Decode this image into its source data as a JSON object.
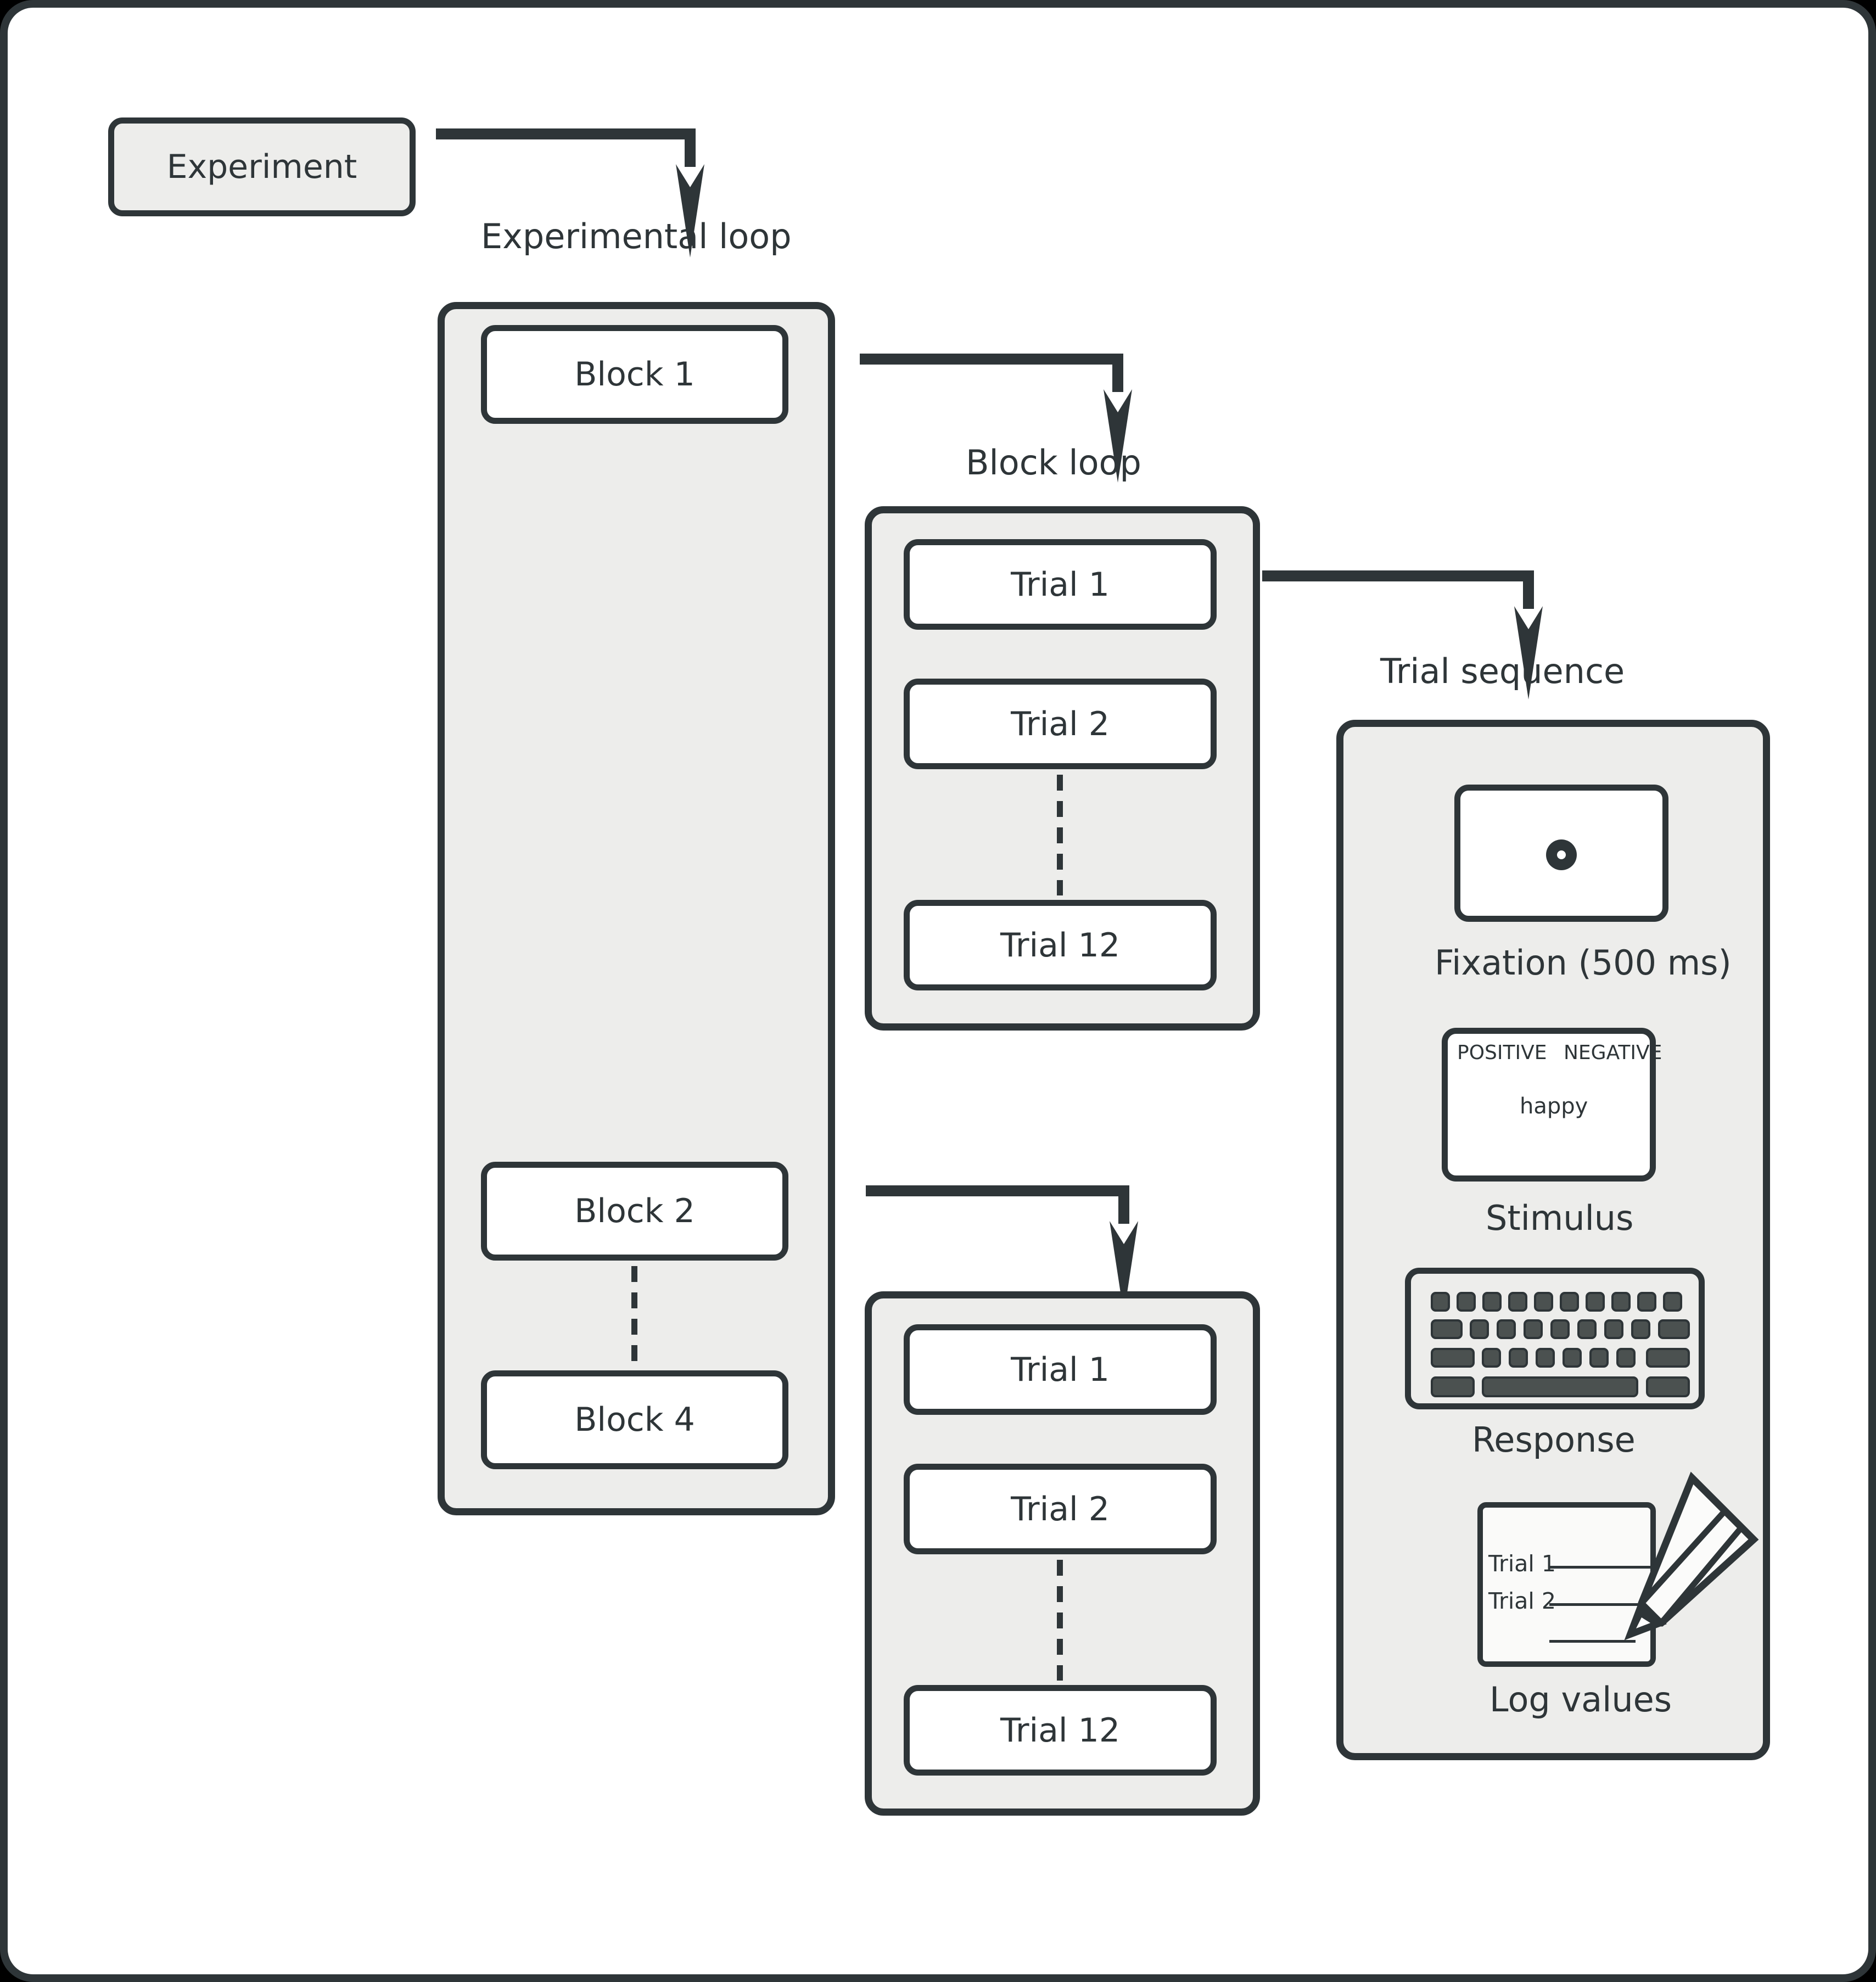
{
  "diagram": {
    "title": "Experiment flow diagram",
    "colors": {
      "stroke": "#2e3538",
      "panel_fill": "#ededeb",
      "card_fill": "#ffffff",
      "key_fill": "#4b5150",
      "note_fill": "#fafaf9",
      "background": "#ffffff"
    }
  },
  "root_node": {
    "label": "Experiment"
  },
  "arrows": [
    {
      "name": "experiment-to-experimental-loop",
      "label": "Experimental loop"
    },
    {
      "name": "block1-to-block-loop",
      "label": "Block loop"
    },
    {
      "name": "trial1-to-trial-sequence",
      "label": "Trial sequence"
    },
    {
      "name": "block2-to-block-loop-2",
      "label": ""
    }
  ],
  "experimental_loop": {
    "name": "Experimental loop",
    "items": [
      {
        "label": "Block 1"
      },
      {
        "label": "Block 2"
      },
      {
        "label": "Block 4"
      }
    ],
    "ellipsis_between": [
      "Block 2",
      "Block 4"
    ]
  },
  "block_loop_1": {
    "name": "Block loop",
    "items": [
      {
        "label": "Trial 1"
      },
      {
        "label": "Trial 2"
      },
      {
        "label": "Trial 12"
      }
    ],
    "ellipsis_between": [
      "Trial 2",
      "Trial 12"
    ]
  },
  "block_loop_2": {
    "name": "Block loop",
    "items": [
      {
        "label": "Trial 1"
      },
      {
        "label": "Trial 2"
      },
      {
        "label": "Trial 12"
      }
    ],
    "ellipsis_between": [
      "Trial 2",
      "Trial 12"
    ]
  },
  "trial_sequence": {
    "name": "Trial sequence",
    "steps": [
      {
        "id": "fixation",
        "caption": "Fixation (500 ms)",
        "icon": "fixation-dot-icon"
      },
      {
        "id": "stimulus",
        "caption": "Stimulus",
        "left_option": "POSITIVE",
        "right_option": "NEGATIVE",
        "word": "happy"
      },
      {
        "id": "response",
        "caption": "Response",
        "icon": "keyboard-icon"
      },
      {
        "id": "log",
        "caption": "Log values",
        "icon": "note-pencil-icon",
        "lines": [
          "Trial 1",
          "Trial 2",
          ""
        ]
      }
    ]
  }
}
